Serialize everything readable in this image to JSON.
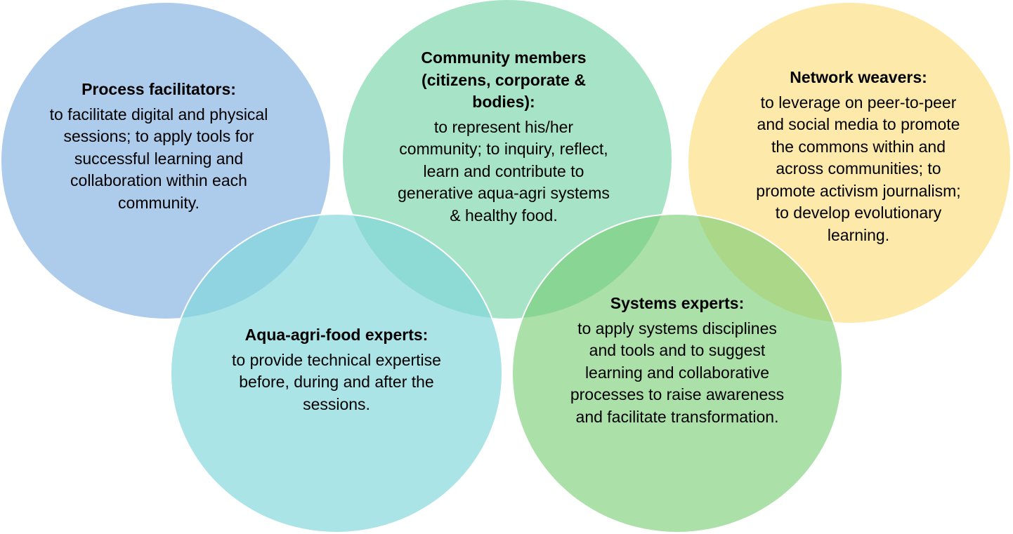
{
  "colors": {
    "blue": "#a9c8ea",
    "teal": "#9ee1e3",
    "mint": "#9ee0c3",
    "green": "#98d994",
    "yellow": "#fde7a0"
  },
  "circles": {
    "process": {
      "title": "Process facilitators:",
      "desc": "to facilitate digital and physical sessions; to apply tools for successful learning and collaboration within each community."
    },
    "aqua": {
      "title": "Aqua-agri-food experts:",
      "desc": "to provide technical expertise before, during and after the sessions."
    },
    "community": {
      "title": "Community members (citizens, corporate & bodies):",
      "desc": "to represent his/her community; to inquiry, reflect, learn and contribute to generative aqua-agri systems & healthy food."
    },
    "systems": {
      "title": "Systems experts:",
      "desc": "to apply systems disciplines and tools and to suggest learning and collaborative processes to raise awareness and facilitate transformation."
    },
    "network": {
      "title": "Network weavers:",
      "desc": "to leverage on peer-to-peer and social media to promote the commons within and across communities; to promote activism journalism; to develop evolutionary learning."
    }
  }
}
